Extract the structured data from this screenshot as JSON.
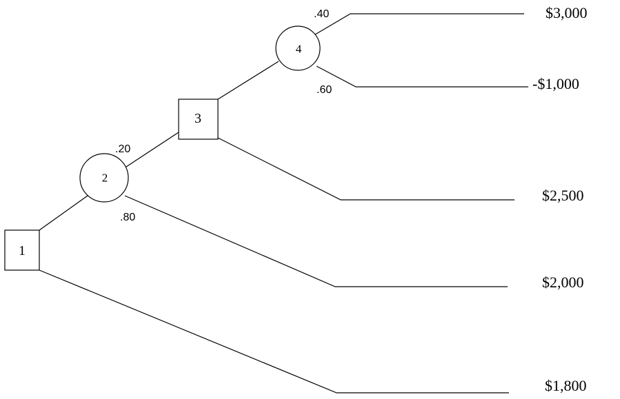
{
  "nodes": [
    {
      "id": "1",
      "label": "1",
      "kind": "decision"
    },
    {
      "id": "2",
      "label": "2",
      "kind": "chance"
    },
    {
      "id": "3",
      "label": "3",
      "kind": "decision"
    },
    {
      "id": "4",
      "label": "4",
      "kind": "chance"
    }
  ],
  "probabilities": {
    "node4_upper": ".40",
    "node4_lower": ".60",
    "node2_upper": ".20",
    "node2_lower": ".80"
  },
  "payoffs": {
    "p1": "$3,000",
    "p2": "-$1,000",
    "p3": "$2,500",
    "p4": "$2,000",
    "p5": "$1,800"
  }
}
